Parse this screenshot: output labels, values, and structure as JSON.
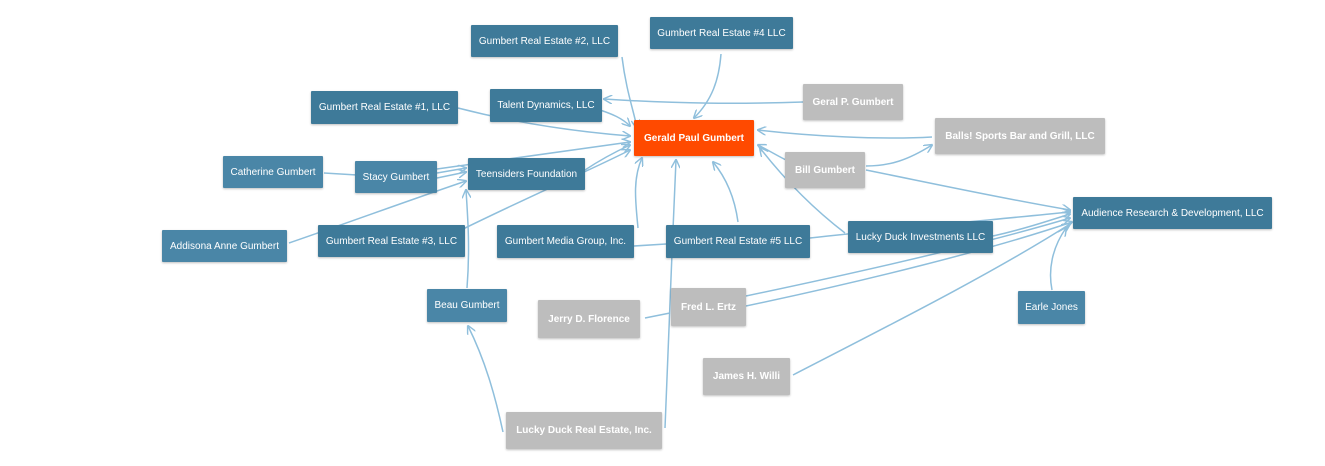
{
  "colors": {
    "node": "#3e7a99",
    "faded_node": "#bdbdbd",
    "center_node": "#ff4a00",
    "edge": "#8fbfdc"
  },
  "nodes": {
    "gre2": "Gumbert Real Estate #2, LLC",
    "gre4": "Gumbert Real Estate #4 LLC",
    "gre1": "Gumbert Real Estate #1, LLC",
    "talent": "Talent Dynamics, LLC",
    "geral": "Geral P. Gumbert",
    "gerald": "Gerald Paul Gumbert",
    "balls": "Balls! Sports Bar and Grill, LLC",
    "catherine": "Catherine Gumbert",
    "stacy": "Stacy Gumbert",
    "teens": "Teensiders Foundation",
    "bill": "Bill Gumbert",
    "audience": "Audience Research & Development, LLC",
    "addisona": "Addisona Anne Gumbert",
    "gre3": "Gumbert Real Estate #3, LLC",
    "media": "Gumbert Media Group, Inc.",
    "gre5": "Gumbert Real Estate #5 LLC",
    "lucky": "Lucky Duck Investments LLC",
    "beau": "Beau Gumbert",
    "fred": "Fred L. Ertz",
    "jerry": "Jerry D. Florence",
    "earle": "Earle Jones",
    "james": "James H. Willi",
    "luckyre": "Lucky Duck Real Estate, Inc."
  }
}
